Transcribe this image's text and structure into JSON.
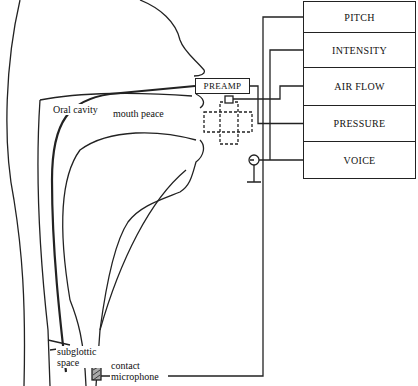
{
  "diagram": {
    "nodes": [
      {
        "text": [
          "PITCH"
        ]
      },
      {
        "text": [
          "INTENSITY"
        ]
      },
      {
        "text": [
          "AIR FLOW"
        ]
      },
      {
        "text": [
          "PRESSURE"
        ]
      },
      {
        "text": [
          "VOICE"
        ]
      },
      {
        "text": [
          "PREAMP"
        ]
      }
    ],
    "edges": [
      {
        "from": 5,
        "to": 3,
        "arrow": "none"
      }
    ],
    "labels": [
      "Oral cavity",
      "mouth peace",
      "subglottic space",
      "contact microphone"
    ]
  }
}
